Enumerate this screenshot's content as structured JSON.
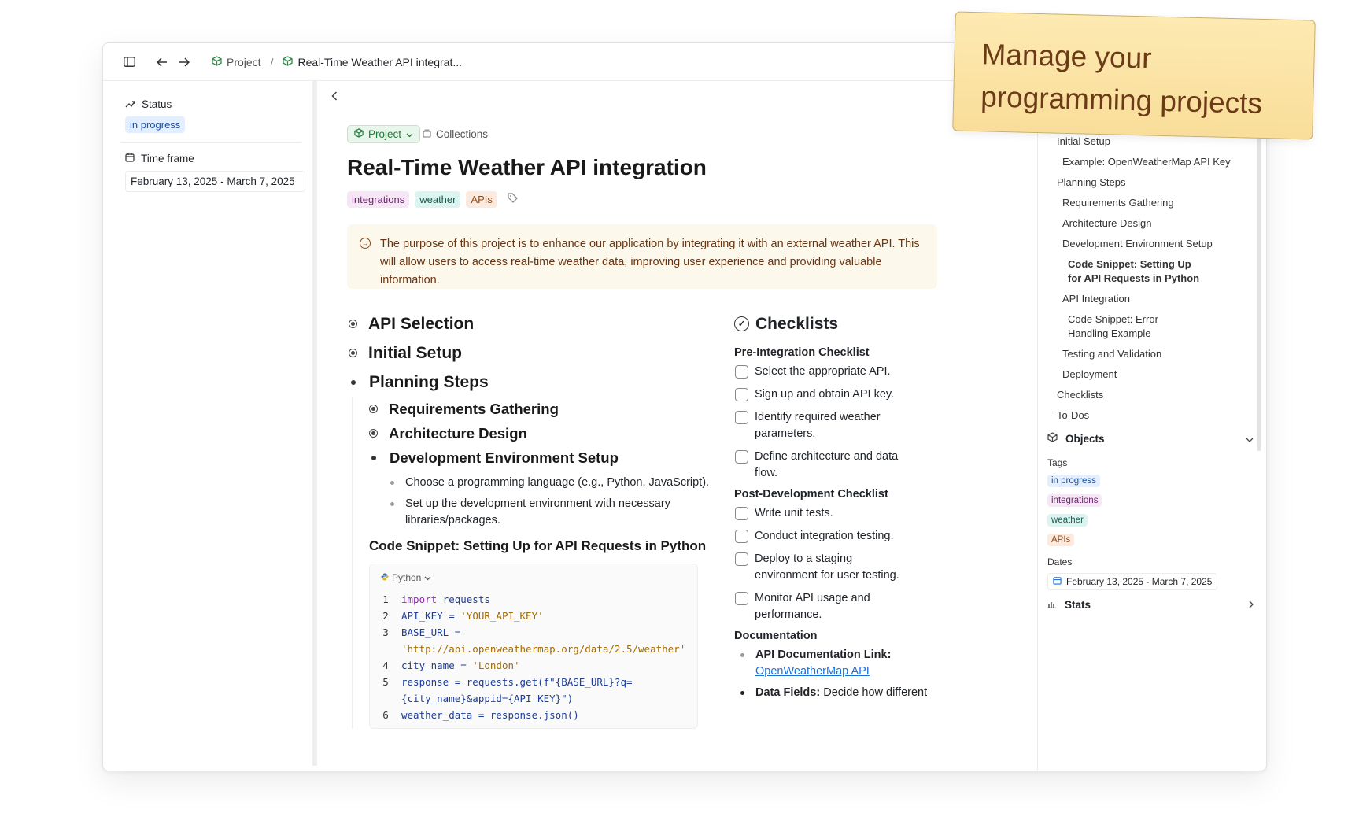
{
  "topbar": {
    "crumb_root": "Project",
    "separator": "/",
    "crumb_current": "Real-Time Weather API integrat..."
  },
  "left": {
    "status_label": "Status",
    "status_value": "in progress",
    "timeframe_label": "Time frame",
    "timeframe_value": "February 13, 2025 - March 7, 2025"
  },
  "main": {
    "type_chip": "Project",
    "collections": "Collections",
    "title": "Real-Time Weather API integration",
    "tags": [
      "integrations",
      "weather",
      "APIs"
    ],
    "callout": "The purpose of this project is to enhance our application by integrating it with an external weather API. This will allow users to access real-time weather data, improving user experience and providing valuable information.",
    "outline": {
      "h_api_selection": "API Selection",
      "h_initial_setup": "Initial Setup",
      "h_planning_steps": "Planning Steps",
      "h_requirements": "Requirements Gathering",
      "h_architecture": "Architecture Design",
      "h_dev_env": "Development Environment Setup",
      "li_1": "Choose a programming language (e.g., Python, JavaScript).",
      "li_2": "Set up the development environment with necessary libraries/packages.",
      "code_title": "Code Snippet: Setting Up for API Requests in Python"
    },
    "code": {
      "language": "Python",
      "lines": [
        {
          "n": "1",
          "parts": [
            "import",
            " requests",
            "",
            ""
          ]
        },
        {
          "n": "2",
          "parts": [
            "",
            "API_KEY = ",
            "'YOUR_API_KEY'",
            ""
          ]
        },
        {
          "n": "3",
          "parts": [
            "",
            "BASE_URL =",
            "",
            ""
          ],
          "wrap": "'http://api.openweathermap.org/data/2.5/weather'"
        },
        {
          "n": "4",
          "parts": [
            "",
            "city_name = ",
            "'London'",
            ""
          ]
        },
        {
          "n": "5",
          "text_a": "response = requests.get(f\"{BASE_URL}?q=",
          "text_b": "{city_name}&appid={API_KEY}\")"
        },
        {
          "n": "6",
          "text": "weather_data = response.json()"
        }
      ]
    },
    "checklists": {
      "title": "Checklists",
      "pre_title": "Pre-Integration Checklist",
      "pre_items": [
        "Select the appropriate API.",
        "Sign up and obtain API key.",
        "Identify required weather parameters.",
        "Define architecture and data flow."
      ],
      "post_title": "Post-Development Checklist",
      "post_items": [
        "Write unit tests.",
        "Conduct integration testing.",
        "Deploy to a staging environment for user testing.",
        "Monitor API usage and performance."
      ],
      "doc_title": "Documentation",
      "doc_link_label": "API Documentation Link:",
      "doc_link_text": "OpenWeatherMap API",
      "doc_fields_label": "Data Fields:",
      "doc_fields_text": " Decide how different"
    }
  },
  "right": {
    "toc": [
      "Initial Setup",
      "Example: OpenWeatherMap API Key",
      "Planning Steps",
      "Requirements Gathering",
      "Architecture Design",
      "Development Environment Setup",
      "Code Snippet: Setting Up for API Requests in Python",
      "API Integration",
      "Code Snippet: Error Handling Example",
      "Testing and Validation",
      "Deployment",
      "Checklists",
      "To-Dos"
    ],
    "objects_label": "Objects",
    "tags_label": "Tags",
    "tags": [
      "in progress",
      "integrations",
      "weather",
      "APIs"
    ],
    "dates_label": "Dates",
    "dates_value": "February 13, 2025 - March 7, 2025",
    "stats_label": "Stats"
  },
  "sticky": {
    "text": "Manage your programming projects"
  },
  "colors": {
    "status_blue": "#e3efff",
    "tag_purple": "#f6e6f6",
    "tag_teal": "#dcf4ef",
    "tag_orange": "#fdeade",
    "callout_bg": "#fdf8ec",
    "project_green": "#237b3a",
    "sticky_bg": "#fdeab1",
    "link_blue": "#1d6fd6"
  }
}
